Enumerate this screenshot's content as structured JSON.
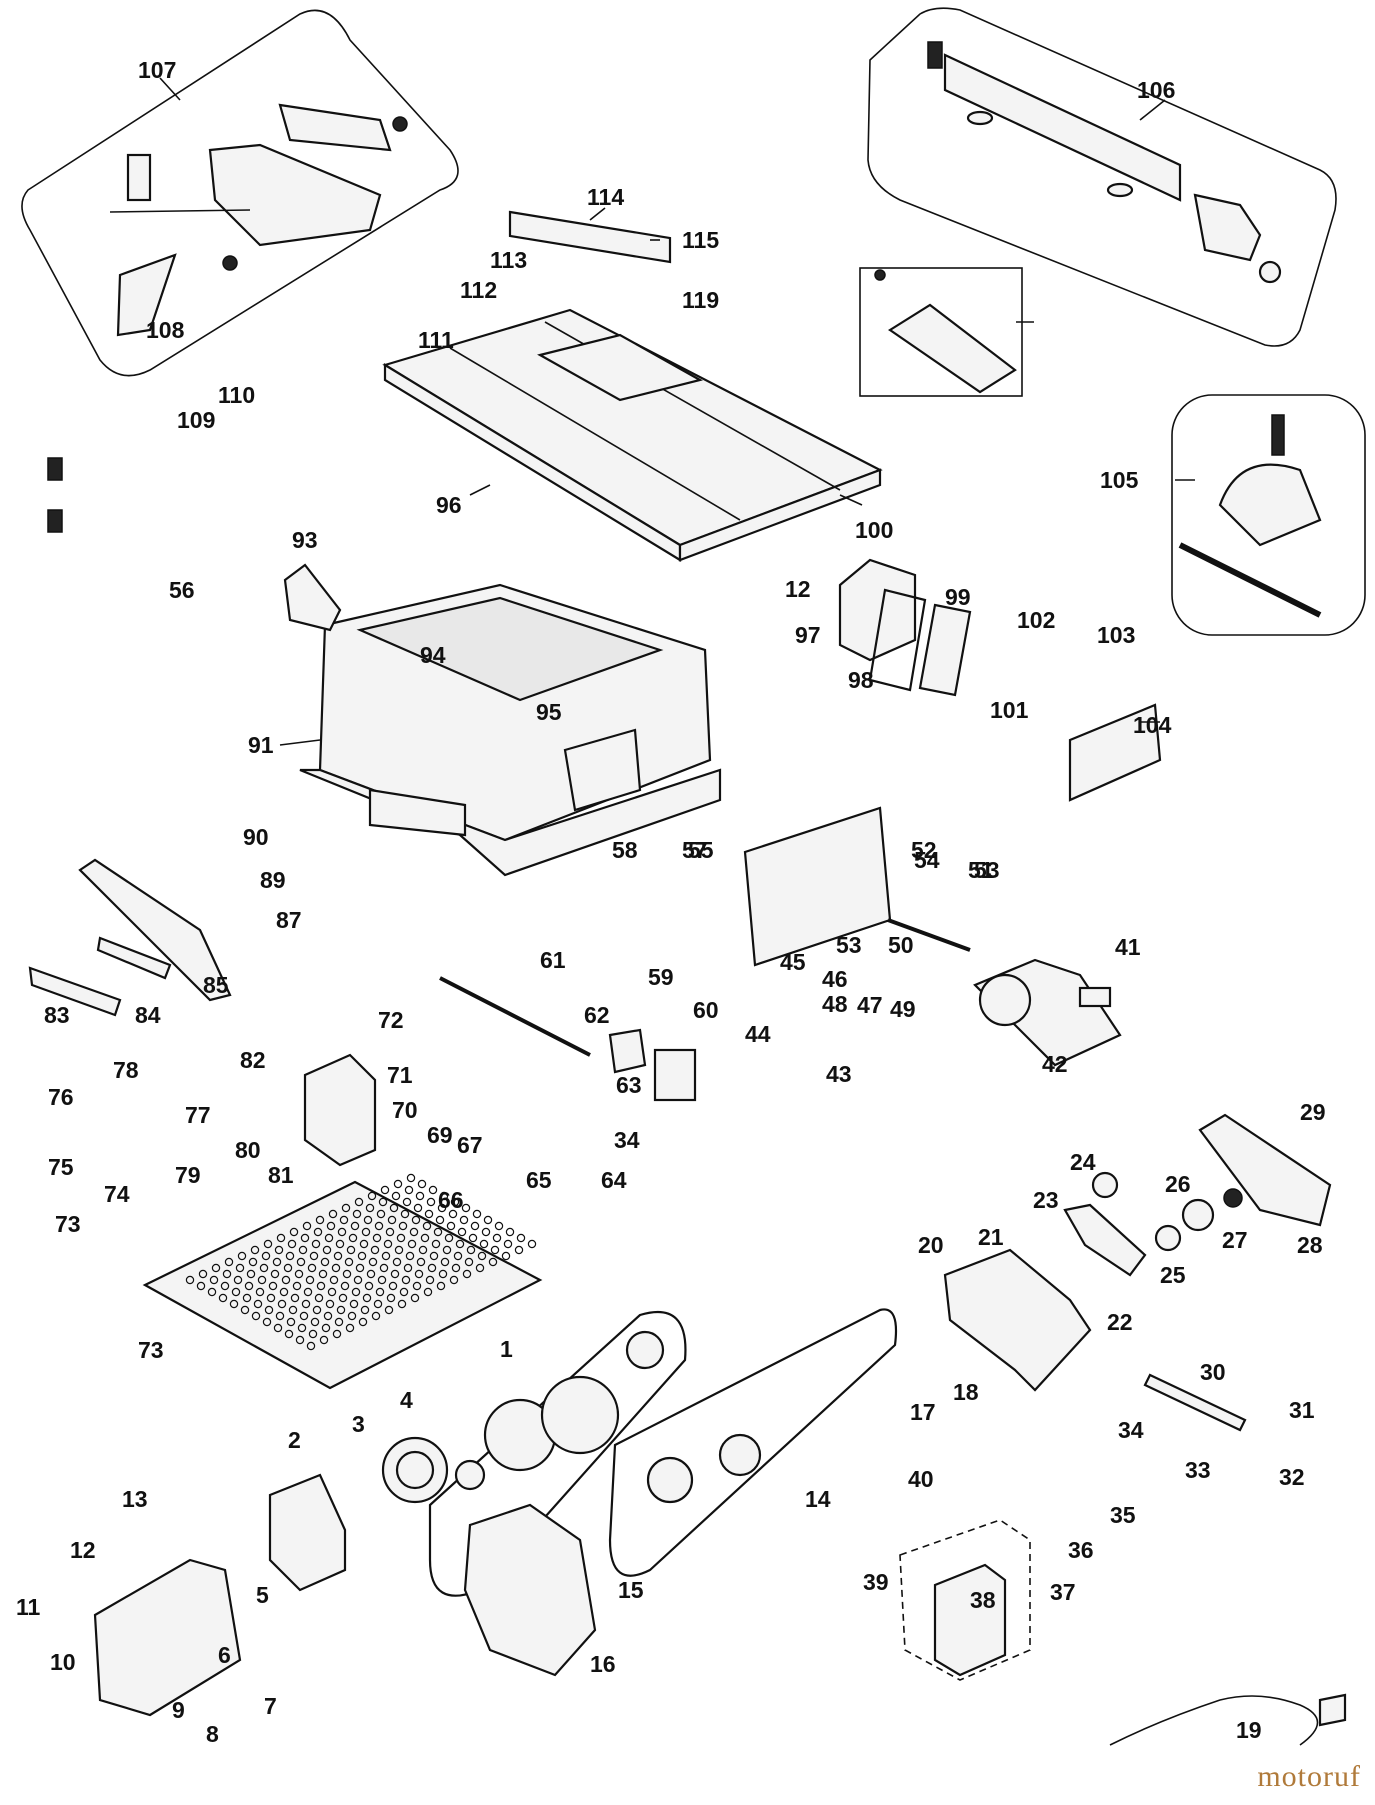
{
  "diagram": {
    "watermark": "motoruf",
    "parts": [
      {
        "id": "p1",
        "label": "1"
      },
      {
        "id": "p2",
        "label": "2"
      },
      {
        "id": "p3",
        "label": "3"
      },
      {
        "id": "p4",
        "label": "4"
      },
      {
        "id": "p5",
        "label": "5"
      },
      {
        "id": "p6",
        "label": "6"
      },
      {
        "id": "p7",
        "label": "7"
      },
      {
        "id": "p8",
        "label": "8"
      },
      {
        "id": "p9",
        "label": "9"
      },
      {
        "id": "p10",
        "label": "10"
      },
      {
        "id": "p11",
        "label": "11"
      },
      {
        "id": "p12",
        "label": "12"
      },
      {
        "id": "p12b",
        "label": "12"
      },
      {
        "id": "p13",
        "label": "13"
      },
      {
        "id": "p14",
        "label": "14"
      },
      {
        "id": "p15",
        "label": "15"
      },
      {
        "id": "p16",
        "label": "16"
      },
      {
        "id": "p17",
        "label": "17"
      },
      {
        "id": "p18",
        "label": "18"
      },
      {
        "id": "p19",
        "label": "19"
      },
      {
        "id": "p20",
        "label": "20"
      },
      {
        "id": "p21",
        "label": "21"
      },
      {
        "id": "p22",
        "label": "22"
      },
      {
        "id": "p23",
        "label": "23"
      },
      {
        "id": "p24",
        "label": "24"
      },
      {
        "id": "p25",
        "label": "25"
      },
      {
        "id": "p26",
        "label": "26"
      },
      {
        "id": "p27",
        "label": "27"
      },
      {
        "id": "p28",
        "label": "28"
      },
      {
        "id": "p29",
        "label": "29"
      },
      {
        "id": "p30",
        "label": "30"
      },
      {
        "id": "p31",
        "label": "31"
      },
      {
        "id": "p32",
        "label": "32"
      },
      {
        "id": "p33",
        "label": "33"
      },
      {
        "id": "p34",
        "label": "34"
      },
      {
        "id": "p34b",
        "label": "34"
      },
      {
        "id": "p35",
        "label": "35"
      },
      {
        "id": "p36",
        "label": "36"
      },
      {
        "id": "p37",
        "label": "37"
      },
      {
        "id": "p38",
        "label": "38"
      },
      {
        "id": "p39",
        "label": "39"
      },
      {
        "id": "p40",
        "label": "40"
      },
      {
        "id": "p41",
        "label": "41"
      },
      {
        "id": "p42",
        "label": "42"
      },
      {
        "id": "p43",
        "label": "43"
      },
      {
        "id": "p44",
        "label": "44"
      },
      {
        "id": "p45",
        "label": "45"
      },
      {
        "id": "p46",
        "label": "46"
      },
      {
        "id": "p47",
        "label": "47"
      },
      {
        "id": "p48",
        "label": "48"
      },
      {
        "id": "p49",
        "label": "49"
      },
      {
        "id": "p50",
        "label": "50"
      },
      {
        "id": "p51",
        "label": "51"
      },
      {
        "id": "p52",
        "label": "52"
      },
      {
        "id": "p53",
        "label": "53"
      },
      {
        "id": "p53b",
        "label": "53"
      },
      {
        "id": "p54",
        "label": "54"
      },
      {
        "id": "p55",
        "label": "55"
      },
      {
        "id": "p56",
        "label": "56"
      },
      {
        "id": "p57",
        "label": "57"
      },
      {
        "id": "p58",
        "label": "58"
      },
      {
        "id": "p59",
        "label": "59"
      },
      {
        "id": "p60",
        "label": "60"
      },
      {
        "id": "p61",
        "label": "61"
      },
      {
        "id": "p62",
        "label": "62"
      },
      {
        "id": "p63",
        "label": "63"
      },
      {
        "id": "p64",
        "label": "64"
      },
      {
        "id": "p65",
        "label": "65"
      },
      {
        "id": "p66",
        "label": "66"
      },
      {
        "id": "p67",
        "label": "67"
      },
      {
        "id": "p69",
        "label": "69"
      },
      {
        "id": "p70",
        "label": "70"
      },
      {
        "id": "p71",
        "label": "71"
      },
      {
        "id": "p72",
        "label": "72"
      },
      {
        "id": "p73",
        "label": "73"
      },
      {
        "id": "p73b",
        "label": "73"
      },
      {
        "id": "p74",
        "label": "74"
      },
      {
        "id": "p75",
        "label": "75"
      },
      {
        "id": "p76",
        "label": "76"
      },
      {
        "id": "p77",
        "label": "77"
      },
      {
        "id": "p78",
        "label": "78"
      },
      {
        "id": "p79",
        "label": "79"
      },
      {
        "id": "p80",
        "label": "80"
      },
      {
        "id": "p81",
        "label": "81"
      },
      {
        "id": "p82",
        "label": "82"
      },
      {
        "id": "p83",
        "label": "83"
      },
      {
        "id": "p84",
        "label": "84"
      },
      {
        "id": "p85",
        "label": "85"
      },
      {
        "id": "p87",
        "label": "87"
      },
      {
        "id": "p89",
        "label": "89"
      },
      {
        "id": "p90",
        "label": "90"
      },
      {
        "id": "p91",
        "label": "91"
      },
      {
        "id": "p93",
        "label": "93"
      },
      {
        "id": "p94",
        "label": "94"
      },
      {
        "id": "p95",
        "label": "95"
      },
      {
        "id": "p96",
        "label": "96"
      },
      {
        "id": "p97",
        "label": "97"
      },
      {
        "id": "p98",
        "label": "98"
      },
      {
        "id": "p99",
        "label": "99"
      },
      {
        "id": "p100",
        "label": "100"
      },
      {
        "id": "p101",
        "label": "101"
      },
      {
        "id": "p102",
        "label": "102"
      },
      {
        "id": "p103",
        "label": "103"
      },
      {
        "id": "p104",
        "label": "104"
      },
      {
        "id": "p105",
        "label": "105"
      },
      {
        "id": "p106",
        "label": "106"
      },
      {
        "id": "p107",
        "label": "107"
      },
      {
        "id": "p108",
        "label": "108"
      },
      {
        "id": "p109",
        "label": "109"
      },
      {
        "id": "p110",
        "label": "110"
      },
      {
        "id": "p111",
        "label": "111"
      },
      {
        "id": "p112",
        "label": "112"
      },
      {
        "id": "p113",
        "label": "113"
      },
      {
        "id": "p114",
        "label": "114"
      },
      {
        "id": "p115",
        "label": "115"
      },
      {
        "id": "p119",
        "label": "119"
      }
    ]
  }
}
